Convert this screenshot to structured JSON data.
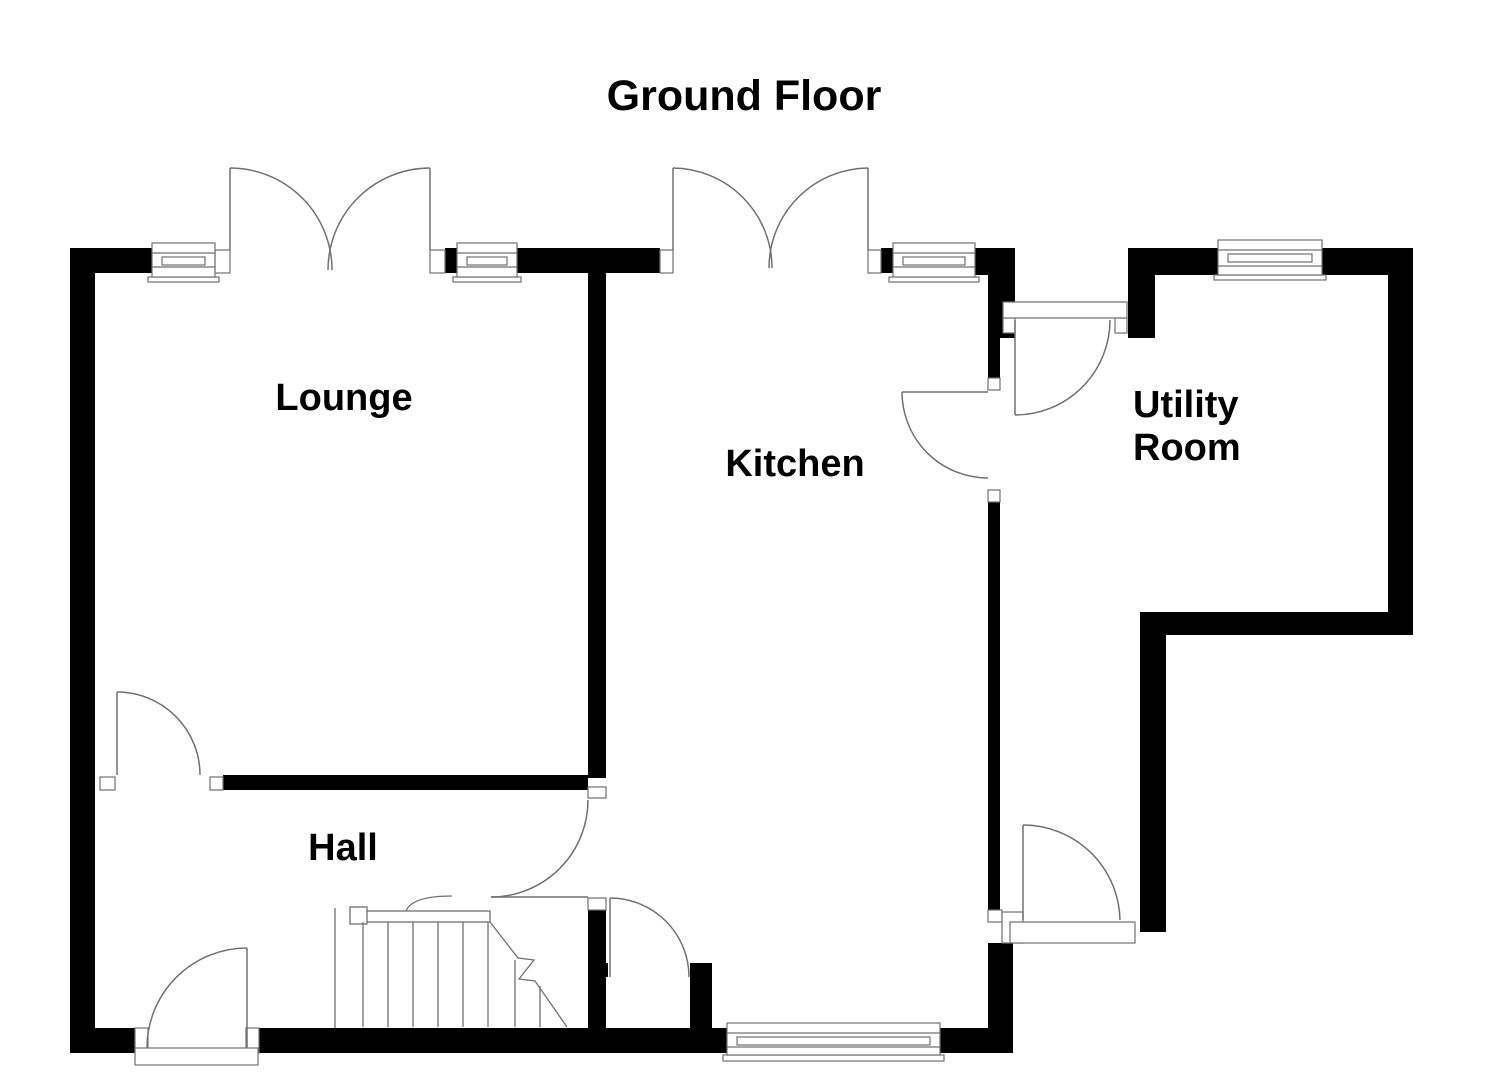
{
  "title": "Ground Floor",
  "rooms": {
    "lounge": {
      "label": "Lounge"
    },
    "kitchen": {
      "label": "Kitchen"
    },
    "utility": {
      "label": "Utility Room",
      "line1": "Utility",
      "line2": "Room"
    },
    "hall": {
      "label": "Hall"
    }
  },
  "colors": {
    "wall": "#000000",
    "background": "#ffffff",
    "line": "#707070",
    "text": "#000000"
  },
  "elements": {
    "windows": [
      "lounge-top-window-left",
      "lounge-top-window-right",
      "kitchen-top-window",
      "utility-top-window",
      "kitchen-bottom-window",
      "utility-passage-window"
    ],
    "doors": [
      "lounge-french-doors",
      "kitchen-french-doors",
      "front-door",
      "lounge-hall-door",
      "hall-kitchen-door",
      "kitchen-understairs-door",
      "kitchen-utility-door",
      "utility-passage-door",
      "utility-back-door"
    ],
    "stairs": "hall-staircase"
  }
}
